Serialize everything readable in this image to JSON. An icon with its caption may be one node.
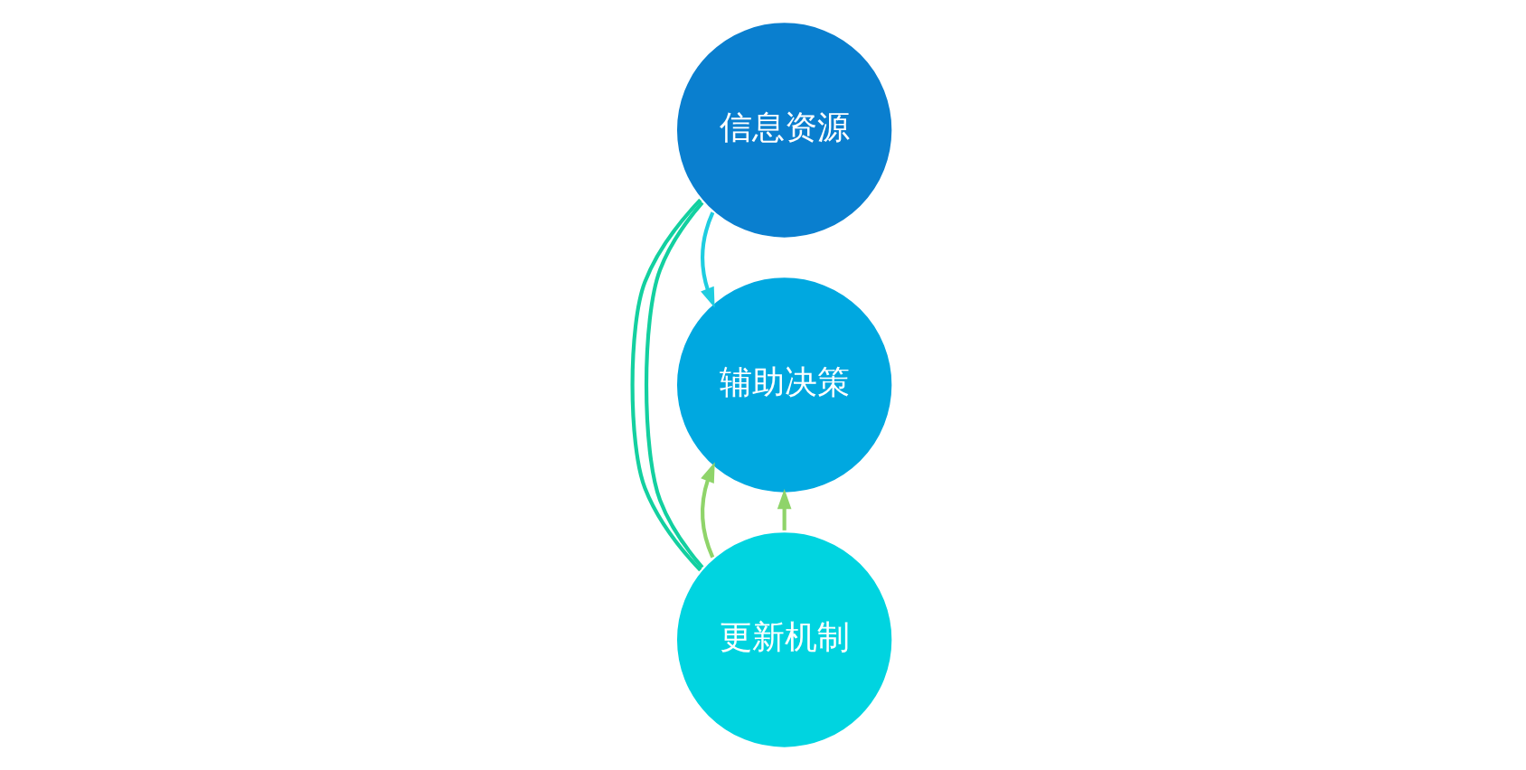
{
  "diagram": {
    "nodes": [
      {
        "text": [
          "信息资源"
        ]
      },
      {
        "text": [
          "辅助决策"
        ]
      },
      {
        "text": [
          "更新机制"
        ]
      }
    ],
    "edges": [
      {
        "from": 0,
        "to": 1,
        "arrow": "to",
        "color": "#1ecde0"
      },
      {
        "from": 0,
        "to": 2,
        "arrow": "none",
        "color": "#13d0a0"
      },
      {
        "from": 2,
        "to": 1,
        "arrow": "to",
        "color": "#8fd46a"
      },
      {
        "from": 0,
        "to": 2,
        "arrow": "none",
        "color": "#13d0a0"
      },
      {
        "from": 2,
        "to": 1,
        "arrow": "to",
        "color": "#8fd46a"
      }
    ]
  }
}
